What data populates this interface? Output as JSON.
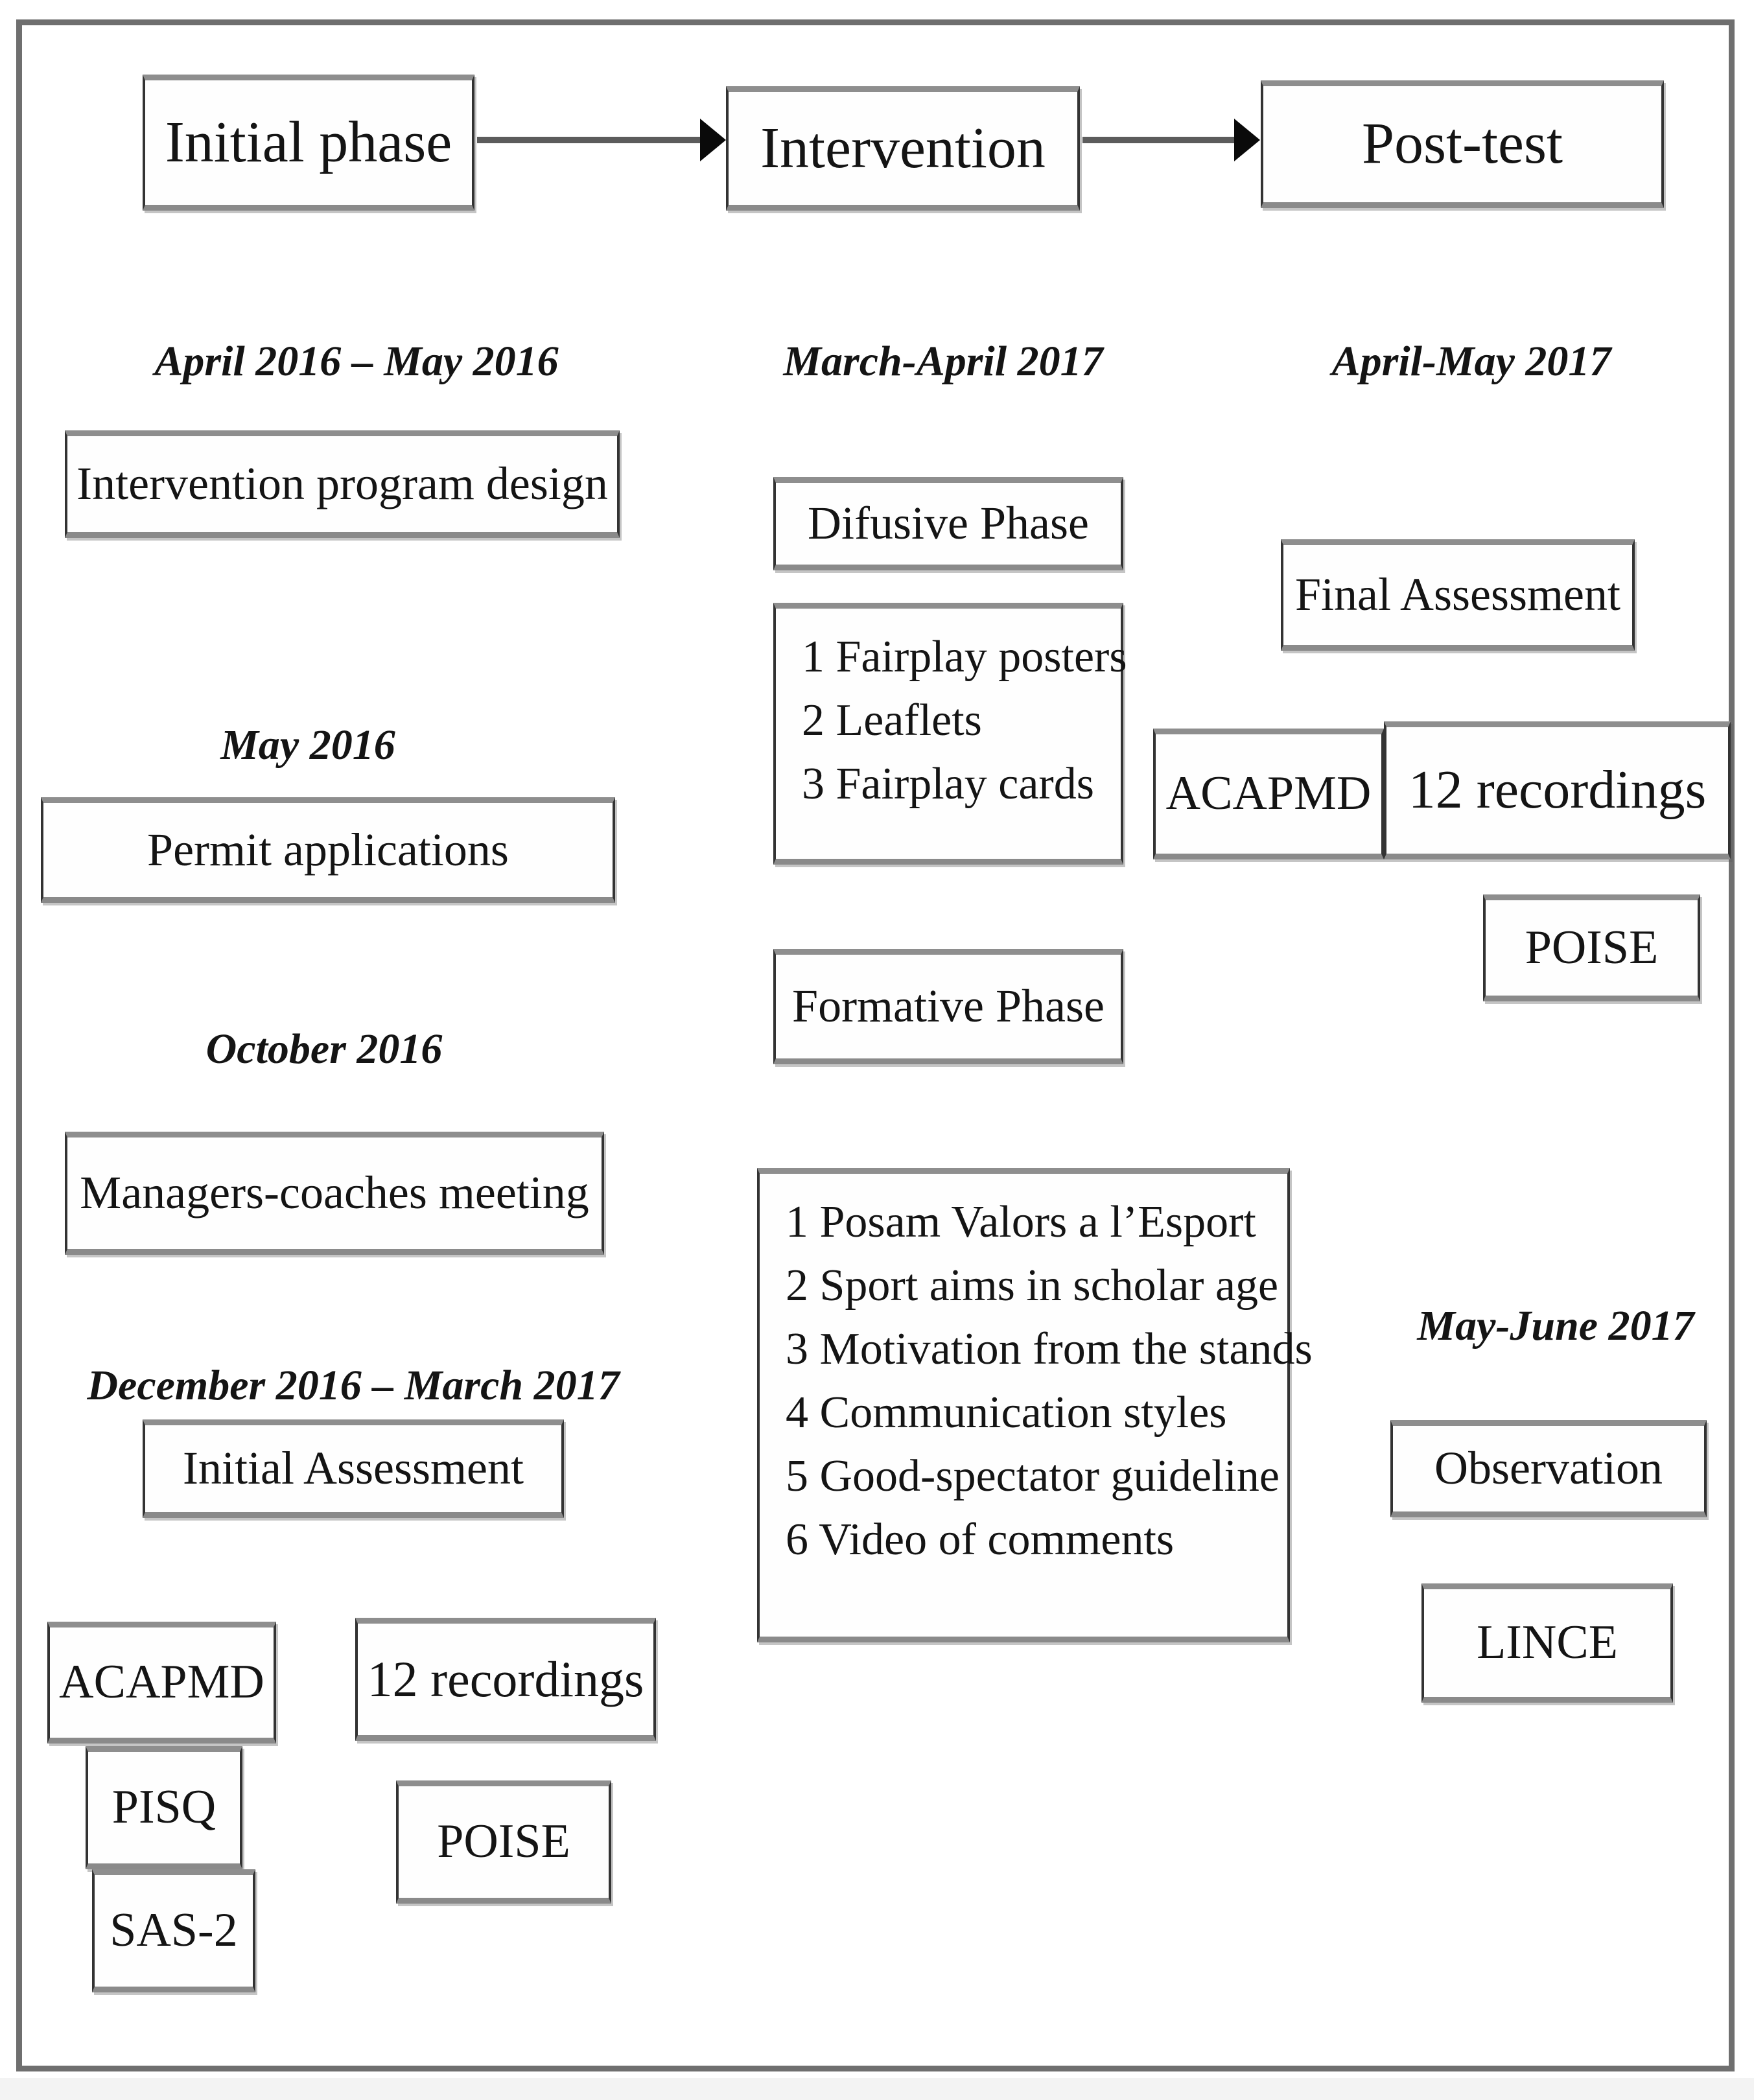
{
  "diagram": {
    "title": "Intervention study timeline flowchart",
    "headers": {
      "initial": "Initial phase",
      "intervention": "Intervention",
      "posttest": "Post-test"
    },
    "left": {
      "date1": "April 2016 – May 2016",
      "box1": "Intervention program design",
      "date2": "May 2016",
      "box2": "Permit applications",
      "date3": "October 2016",
      "box3": "Managers-coaches meeting",
      "date4": "December 2016 – March 2017",
      "box4": "Initial Assessment",
      "acapmd": "ACAPMD",
      "recordings": "12 recordings",
      "pisq": "PISQ",
      "poise": "POISE",
      "sas2": "SAS-2"
    },
    "middle": {
      "date1": "March-April 2017",
      "difusive": "Difusive Phase",
      "fairplay_lines": [
        "1 Fairplay posters",
        "2 Leaflets",
        "3 Fairplay cards"
      ],
      "formative": "Formative Phase",
      "program_lines": [
        "1 Posam Valors a l’Esport",
        "2 Sport aims in scholar age",
        "3 Motivation from the stands",
        "4 Communication styles",
        "5 Good-spectator guideline",
        "6 Video of comments"
      ]
    },
    "right": {
      "date1": "April-May 2017",
      "final": "Final Assessment",
      "acapmd": "ACAPMD",
      "recordings": "12 recordings",
      "poise": "POISE",
      "date2": "May-June 2017",
      "observation": "Observation",
      "lince": "LINCE"
    },
    "colors": {
      "frame_border": "#6f6f6f",
      "box_border_dark": "#333333",
      "box_border_bevel": "#8e8e8e",
      "arrow": "#0a0a0a",
      "text": "#141414"
    }
  }
}
